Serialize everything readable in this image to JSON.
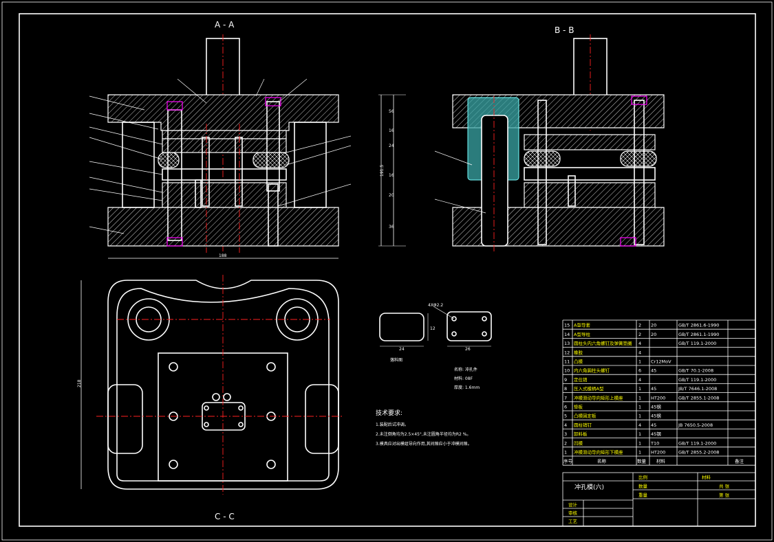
{
  "views": {
    "section_aa": "A - A",
    "section_bb": "B - B",
    "section_cc": "C - C"
  },
  "dimensions": {
    "width_main": "188",
    "height_plan": "218",
    "total_height": "191.5",
    "stack": [
      "56",
      "16",
      "24",
      "16",
      "20",
      "36"
    ],
    "blank_width": "24",
    "blank_height": "12",
    "part_holes": "4XΦ2.2",
    "part_width": "26"
  },
  "strip_label": "落料图",
  "part_info": {
    "name_label": "名称: 冲孔件",
    "material_label": "材料: 08F",
    "thickness_label": "厚度: 1.6mm"
  },
  "tech_requirements": {
    "title": "技术要求:",
    "items": [
      "1.装配后试冲调。",
      "2.未注倒角均为2.5×45°,未注圆角半径均为R2 %。",
      "3.模具应对出模组导向作用,其间隙应小于冲模间隙。"
    ]
  },
  "bom": {
    "rows": [
      {
        "no": "15",
        "name": "A型导套",
        "qty": "2",
        "mat": "20",
        "std": "GB/T 2861.6-1990"
      },
      {
        "no": "14",
        "name": "A型导柱",
        "qty": "2",
        "mat": "20",
        "std": "GB/T 2861.1-1990"
      },
      {
        "no": "13",
        "name": "圆柱头内六角螺钉及弹簧垫圈",
        "qty": "4",
        "mat": "",
        "std": "GB/T 119.1-2000"
      },
      {
        "no": "12",
        "name": "橡胶",
        "qty": "4",
        "mat": "",
        "std": ""
      },
      {
        "no": "11",
        "name": "凸模",
        "qty": "1",
        "mat": "Cr12MoV",
        "std": ""
      },
      {
        "no": "10",
        "name": "内六角圆柱头螺钉",
        "qty": "6",
        "mat": "45",
        "std": "GB/T 70.1-2008"
      },
      {
        "no": "9",
        "name": "定位销",
        "qty": "4",
        "mat": "",
        "std": "GB/T 119.1-2000"
      },
      {
        "no": "8",
        "name": "压入式模柄A型",
        "qty": "1",
        "mat": "45",
        "std": "JB/T 7646.1-2008"
      },
      {
        "no": "7",
        "name": "冲模滑动导向矩形上模座",
        "qty": "1",
        "mat": "HT200",
        "std": "GB/T 2855.1-2008"
      },
      {
        "no": "6",
        "name": "垫板",
        "qty": "1",
        "mat": "45钢",
        "std": ""
      },
      {
        "no": "5",
        "name": "凸模固定板",
        "qty": "1",
        "mat": "45钢",
        "std": ""
      },
      {
        "no": "4",
        "name": "圆柱销钉",
        "qty": "4",
        "mat": "45",
        "std": "JB 7650.5-2008"
      },
      {
        "no": "3",
        "name": "卸料板",
        "qty": "1",
        "mat": "45钢",
        "std": ""
      },
      {
        "no": "2",
        "name": "凹模",
        "qty": "1",
        "mat": "T10",
        "std": "GB/T 119.1-2000"
      },
      {
        "no": "1",
        "name": "冲模滑动导向矩形下模座",
        "qty": "1",
        "mat": "HT200",
        "std": "GB/T 2855.2-2008"
      }
    ],
    "header": {
      "no": "序号",
      "name": "名称",
      "qty": "数量",
      "mat": "材料",
      "note": "备注"
    }
  },
  "title_block": {
    "drawing_name": "冲孔模(六)",
    "ratio_label": "比例",
    "qty_label": "数量",
    "weight_label": "重量",
    "material_label": "材料",
    "sheet_label": "共 张",
    "page_label": "第 张",
    "designer_label": "设计",
    "checker_label": "审核",
    "process_label": "工艺"
  },
  "colors": {
    "background": "#000000",
    "outline": "#ffffff",
    "centerline": "#ff2020",
    "screw_head": "#ff00ff",
    "guide_bush": "#3aa6a6",
    "table_highlight": "#ffff00"
  }
}
